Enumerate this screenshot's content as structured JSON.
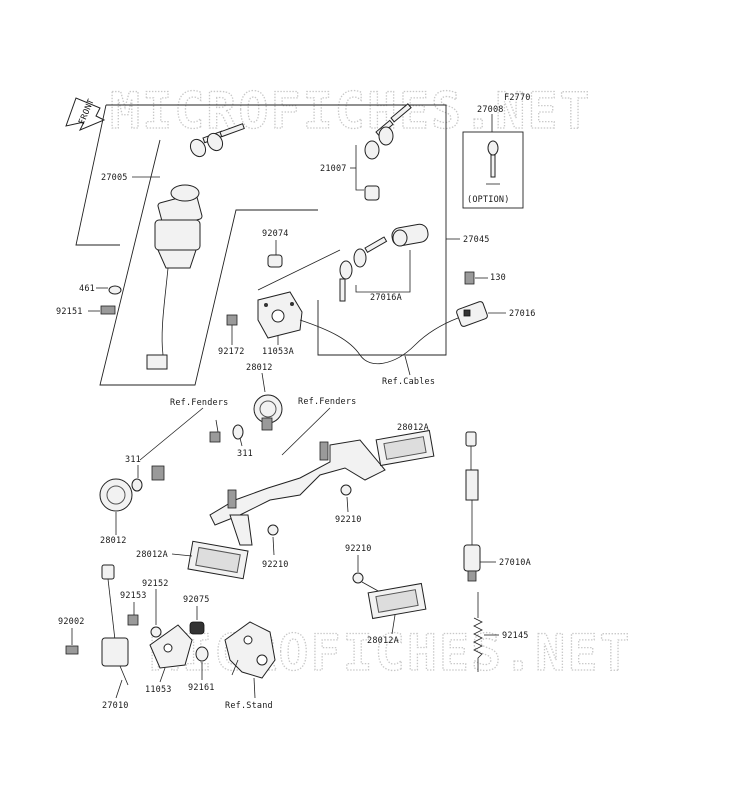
{
  "figure_code": "F2770",
  "watermark": {
    "top": "MICROFICHES.NET",
    "bottom": "MICROFICHES.NET"
  },
  "front_arrow_label": "FRONT",
  "option_label": "(OPTION)",
  "parts": {
    "p27008": "27008",
    "p27005": "27005",
    "p21007": "21007",
    "p92074": "92074",
    "p27045": "27045",
    "p461": "461",
    "p92151": "92151",
    "p130": "130",
    "p27016A": "27016A",
    "p27016": "27016",
    "p92172": "92172",
    "p11053A": "11053A",
    "p28012a": "28012",
    "p311a": "311",
    "p311b": "311",
    "p28012b": "28012",
    "p28012A_a": "28012A",
    "p92210a": "92210",
    "p92210b": "92210",
    "p92210c": "92210",
    "p28012A_b": "28012A",
    "p27010A": "27010A",
    "p92152": "92152",
    "p92153": "92153",
    "p92075": "92075",
    "p92002": "92002",
    "p11053": "11053",
    "p92161": "92161",
    "p27010": "27010",
    "p28012A_c": "28012A",
    "p92145": "92145"
  },
  "refs": {
    "cables": "Ref.Cables",
    "fenders_left": "Ref.Fenders",
    "fenders_right": "Ref.Fenders",
    "stand": "Ref.Stand"
  }
}
